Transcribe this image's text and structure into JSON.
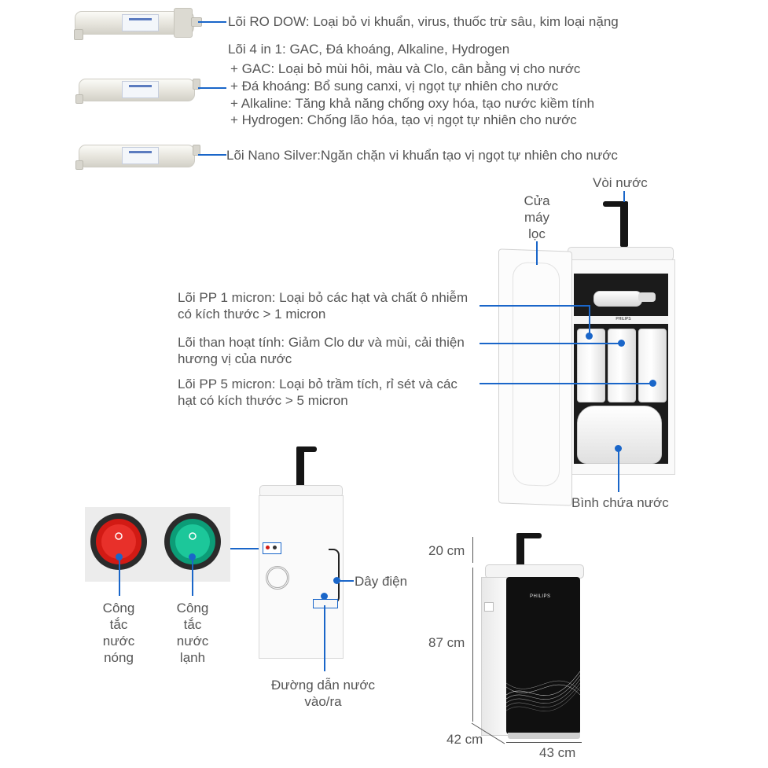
{
  "cores": {
    "ro": "Lõi RO DOW: Loại bỏ vi khuẩn, virus, thuốc trừ sâu, kim loại nặng",
    "four_in_one": {
      "title": "Lõi 4 in 1: GAC, Đá khoáng, Alkaline, Hydrogen",
      "items": [
        "+ GAC: Loại bỏ mùi hôi, màu và Clo, cân bằng vị cho nước",
        "+ Đá khoáng: Bổ sung canxi, vị ngọt tự nhiên cho nước",
        "+ Alkaline: Tăng khả năng chống oxy hóa, tạo nước kiềm tính",
        "+ Hydrogen: Chống lão hóa, tạo vị ngọt tự nhiên cho nước"
      ]
    },
    "nano": "Lõi Nano Silver:Ngăn chặn vi khuẩn tạo vị ngọt tự nhiên cho nước"
  },
  "interior_labels": {
    "door": [
      "Cửa",
      "máy",
      "lọc"
    ],
    "faucet": "Vòi nước",
    "pp1": [
      "Lõi PP 1 micron: Loại bỏ các hạt và chất ô nhiễm",
      "có kích thước > 1 micron"
    ],
    "carbon": [
      "Lõi than hoạt tính: Giảm Clo dư và mùi, cải thiện",
      "hương vị của nước"
    ],
    "pp5": [
      "Lõi PP 5 micron: Loại bỏ trầm tích, rỉ sét và các",
      "hạt có kích thước > 5 micron"
    ],
    "tank": "Bình chứa nước",
    "brand": "PHILIPS"
  },
  "back_labels": {
    "hot_switch": [
      "Công",
      "tắc",
      "nước",
      "nóng"
    ],
    "cold_switch": [
      "Công",
      "tắc",
      "nước",
      "lạnh"
    ],
    "power_cord": "Dây điện",
    "water_pipe": [
      "Đường dẫn nước",
      "vào/ra"
    ]
  },
  "dimensions": {
    "top": "20 cm",
    "height": "87 cm",
    "depth": "42 cm",
    "width": "43 cm",
    "brand": "PHILIPS"
  },
  "colors": {
    "accent": "#1a66c9",
    "hot_switch": "#e0201a",
    "cold_switch": "#12b58a",
    "text": "#555555"
  }
}
